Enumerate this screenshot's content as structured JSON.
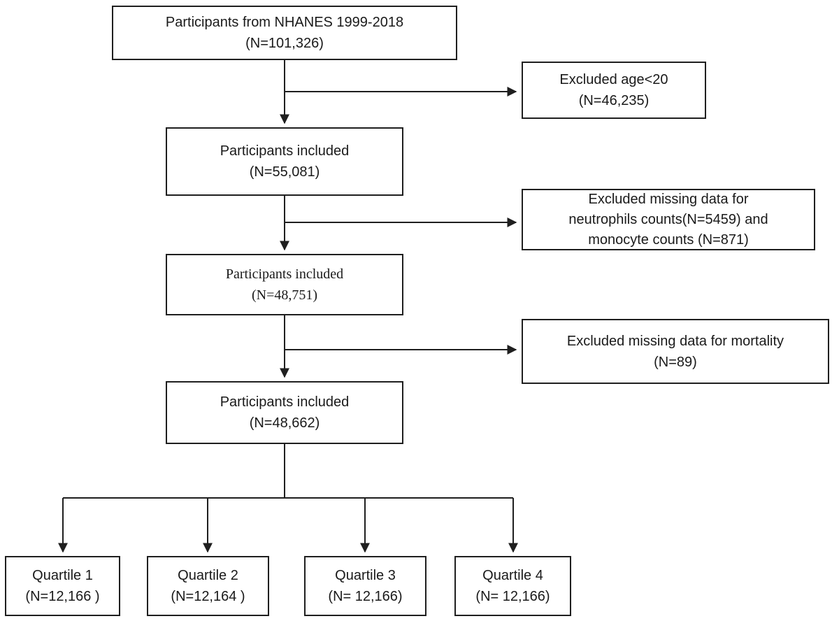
{
  "flow": {
    "box1": {
      "line1": "Participants from NHANES 1999-2018",
      "line2": "(N=101,326)"
    },
    "excl1": {
      "line1": "Excluded age<20",
      "line2": "(N=46,235)"
    },
    "box2": {
      "line1": "Participants included",
      "line2": "(N=55,081)"
    },
    "excl2": {
      "line1": "Excluded missing data for",
      "line2": "neutrophils counts(N=5459) and",
      "line3": "monocyte counts (N=871)"
    },
    "box3": {
      "line1": "Participants included",
      "line2": "(N=48,751)"
    },
    "excl3": {
      "line1": "Excluded missing data for mortality",
      "line2": "(N=89)"
    },
    "box4": {
      "line1": "Participants included",
      "line2": "(N=48,662)"
    },
    "q1": {
      "line1": "Quartile 1",
      "line2": "(N=12,166 )"
    },
    "q2": {
      "line1": "Quartile 2",
      "line2": "(N=12,164 )"
    },
    "q3": {
      "line1": "Quartile 3",
      "line2": "(N= 12,166)"
    },
    "q4": {
      "line1": "Quartile 4",
      "line2": "(N= 12,166)"
    }
  },
  "colors": {
    "line": "#1f1f1f",
    "text": "#1a1a1a",
    "background": "#ffffff"
  }
}
